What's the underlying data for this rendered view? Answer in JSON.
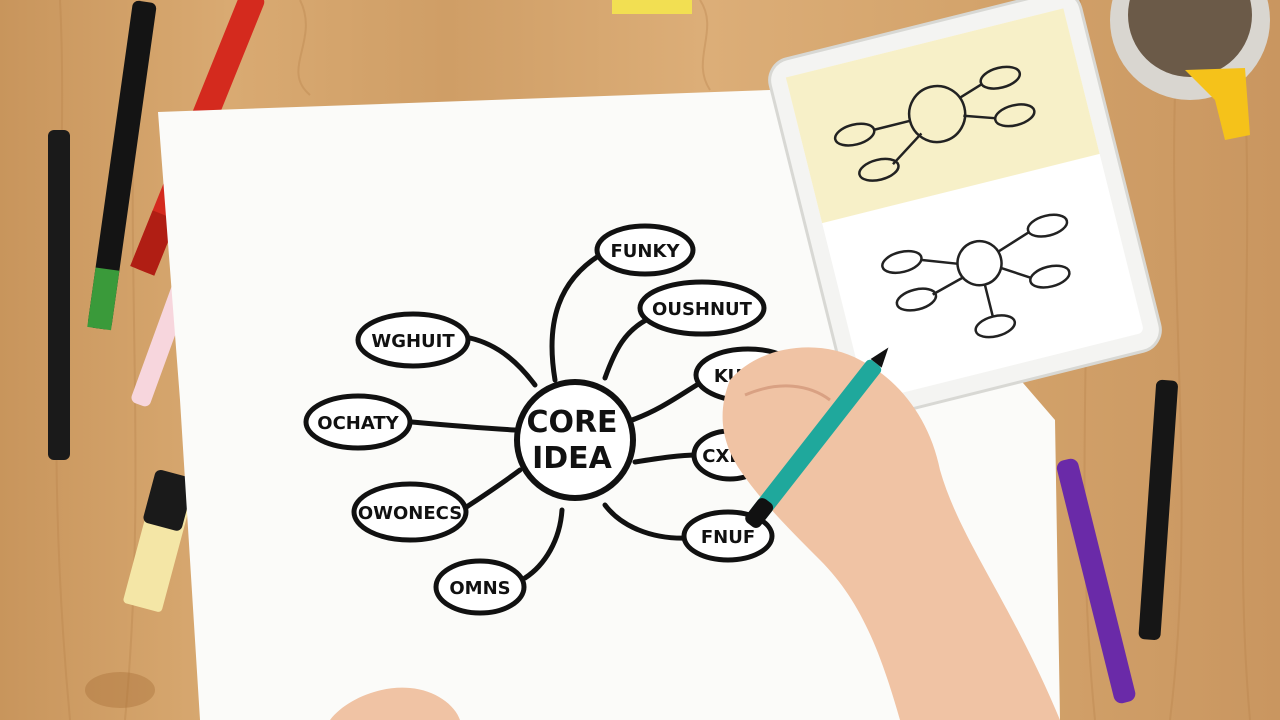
{
  "mindmap": {
    "center": {
      "line1": "CORE",
      "line2": "IDEA"
    },
    "nodes": [
      {
        "id": "top",
        "label": "FUNKY"
      },
      {
        "id": "upper-right",
        "label": "OUSHNUT"
      },
      {
        "id": "right",
        "label": "KU"
      },
      {
        "id": "mid-right",
        "label": "CXE"
      },
      {
        "id": "lower-right",
        "label": "FNUF"
      },
      {
        "id": "upper-left",
        "label": "WGHUIT"
      },
      {
        "id": "left",
        "label": "OCHATY"
      },
      {
        "id": "lower-left",
        "label": "OWONECS"
      },
      {
        "id": "bottom",
        "label": "OMNS"
      }
    ]
  },
  "colors": {
    "ink": "#111111",
    "paper": "#fbfbf9",
    "marker_teal": "#1fa89c",
    "pen_red": "#d42a1e",
    "pen_green": "#3a9a3a",
    "pen_purple": "#6a2aa8",
    "sticky_yellow": "#f2df52",
    "mug_yellow": "#f5c21a"
  },
  "icons": [
    "hand-drawing",
    "teal-marker-icon",
    "red-marker-icon",
    "black-marker-icon",
    "purple-pen-icon",
    "tablet-mindmap-icon",
    "coffee-mug-icon"
  ]
}
